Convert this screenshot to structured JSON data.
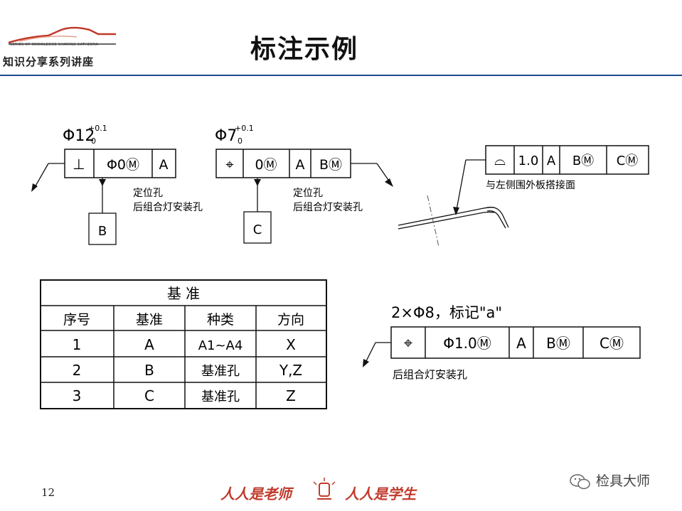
{
  "header": {
    "logo_tag": "SERIES OF KNOWLEDGE SHARING CATHEDRA",
    "logo_subtitle": "知识分享系列讲座",
    "title": "标注示例",
    "logo_colors": {
      "car": "#c0392b",
      "line": "#333333"
    },
    "rule_color": "#1e4a8c"
  },
  "drawing1": {
    "size_label": "Φ12",
    "tol_upper": "+0.1",
    "tol_lower": "0",
    "cells": [
      "⊥",
      "Φ0Ⓜ",
      "A"
    ],
    "datum": "B",
    "note_line1": "定位孔",
    "note_line2": "后组合灯安装孔"
  },
  "drawing2": {
    "size_label": "Φ7",
    "tol_upper": "+0.1",
    "tol_lower": "0",
    "cells": [
      "⌖",
      "0Ⓜ",
      "A",
      "BⓂ"
    ],
    "datum": "C",
    "note_line1": "定位孔",
    "note_line2": "后组合灯安装孔"
  },
  "drawing3": {
    "cells": [
      "⌓",
      "1.0",
      "A",
      "BⓂ",
      "CⓂ"
    ],
    "note": "与左侧围外板搭接面"
  },
  "datum_table": {
    "title": "基 准",
    "headers": [
      "序号",
      "基准",
      "种类",
      "方向"
    ],
    "rows": [
      [
        "1",
        "A",
        "A1~A4",
        "X"
      ],
      [
        "2",
        "B",
        "基准孔",
        "Y,Z"
      ],
      [
        "3",
        "C",
        "基准孔",
        "Z"
      ]
    ]
  },
  "drawing4": {
    "label": "2×Φ8，标记\"a\"",
    "cells": [
      "⌖",
      "Φ1.0Ⓜ",
      "A",
      "BⓂ",
      "CⓂ"
    ],
    "note": "后组合灯安装孔"
  },
  "footer": {
    "page_number": "12",
    "slogan_left": "人人是老师",
    "slogan_right": "人人是学生",
    "watermark": "检具大师",
    "slogan_color": "#c0392b"
  }
}
